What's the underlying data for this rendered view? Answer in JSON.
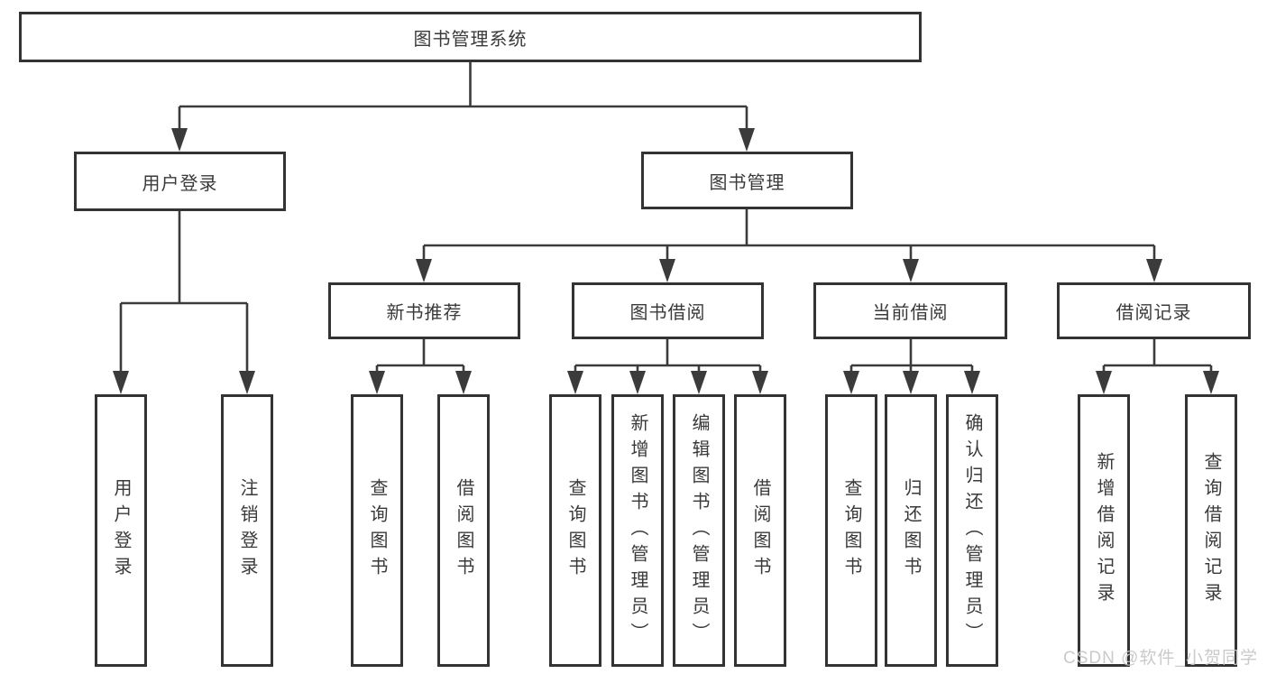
{
  "root": {
    "label": "图书管理系统"
  },
  "branches": [
    {
      "label": "用户登录",
      "leaves": [
        "用户登录",
        "注销登录"
      ]
    },
    {
      "label": "图书管理",
      "groups": [
        {
          "label": "新书推荐",
          "leaves": [
            "查询图书",
            "借阅图书"
          ]
        },
        {
          "label": "图书借阅",
          "leaves": [
            "查询图书",
            "新增图书（管理员）",
            "编辑图书（管理员）",
            "借阅图书"
          ]
        },
        {
          "label": "当前借阅",
          "leaves": [
            "查询图书",
            "归还图书",
            "确认归还（管理员）"
          ]
        },
        {
          "label": "借阅记录",
          "leaves": [
            "新增借阅记录",
            "查询借阅记录"
          ]
        }
      ]
    }
  ],
  "watermark": "CSDN @软件_小贺同学",
  "colors": {
    "line": "#3b3b3b",
    "box_border": "#333333",
    "text": "#3a3a3a",
    "background": "#ffffff",
    "watermark": "#c5c5c5"
  }
}
